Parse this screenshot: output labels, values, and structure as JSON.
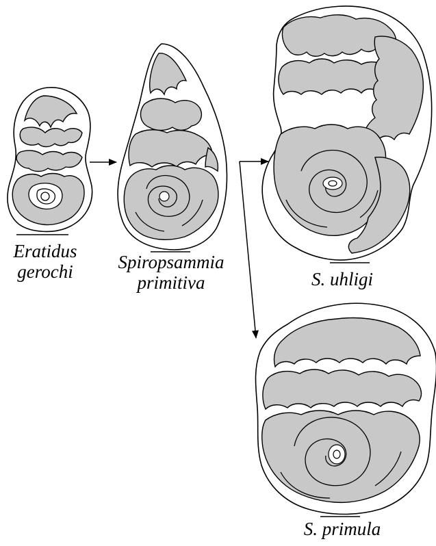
{
  "colors": {
    "chamber_fill": "#c8c8c8",
    "outline": "#000000",
    "background": "#ffffff"
  },
  "specimens": [
    {
      "id": "eratidus",
      "lines": [
        "Eratidus",
        "gerochi"
      ]
    },
    {
      "id": "spiropsammia",
      "lines": [
        "Spiropsammia",
        "primitiva"
      ]
    },
    {
      "id": "uhligi",
      "lines": [
        "S. uhligi"
      ]
    },
    {
      "id": "primula",
      "lines": [
        "S. primula"
      ]
    }
  ]
}
